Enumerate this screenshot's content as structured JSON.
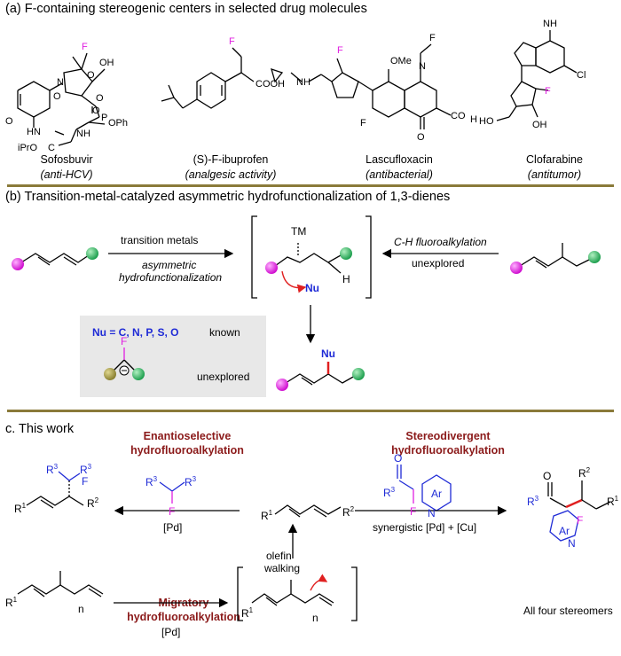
{
  "section_a": {
    "title": "(a) F-containing stereogenic centers in selected drug molecules",
    "drugs": [
      {
        "name": "Sofosbuvir",
        "activity": "(anti-HCV)"
      },
      {
        "name": "(S)-F-ibuprofen",
        "activity": "(analgesic activity)"
      },
      {
        "name": "Lascufloxacin",
        "activity": "(antibacterial)"
      },
      {
        "name": "Clofarabine",
        "activity": "(antitumor)"
      }
    ]
  },
  "section_b": {
    "title": "(b) Transition-metal-catalyzed asymmetric hydrofunctionalization of 1,3-dienes",
    "arrow_top_label": "transition metals",
    "arrow_bottom_label_1": "asymmetric",
    "arrow_bottom_label_2": "hydrofunctionalization",
    "right_arrow_top_label": "C-H fluoroalkylation",
    "right_arrow_bottom_label": "unexplored",
    "tm_label": "TM",
    "nu_label": "Nu",
    "h_label": "H",
    "known_text": "Nu = C, N, P, S, O",
    "known_label": "known",
    "unexplored_label": "unexplored",
    "f_label": "F",
    "product_nu": "Nu"
  },
  "section_c": {
    "title": "c. This work",
    "enantio_head_1": "Enantioselective",
    "enantio_head_2": "hydrofluoroalkylation",
    "stereo_head_1": "Stereodivergent",
    "stereo_head_2": "hydrofluoroalkylation",
    "migratory_head_1": "Migratory",
    "migratory_head_2": "hydrofluoroalkylation",
    "pd_label_left": "[Pd]",
    "pd_label_bottom": "[Pd]",
    "synergistic_label": "synergistic [Pd] + [Cu]",
    "olefin_walking_1": "olefin",
    "olefin_walking_2": "walking",
    "all_four": "All four stereomers",
    "r1": "R",
    "r2": "R",
    "r3": "R",
    "ar": "Ar",
    "n_label": "n",
    "f": "F",
    "o": "O",
    "nitrogen": "N"
  },
  "colors": {
    "divider": "#8a7a3a",
    "dark_red": "#8b1a1a",
    "blue": "#1f2bd6",
    "magenta": "#e020e0",
    "red_arrow": "#e02020"
  }
}
